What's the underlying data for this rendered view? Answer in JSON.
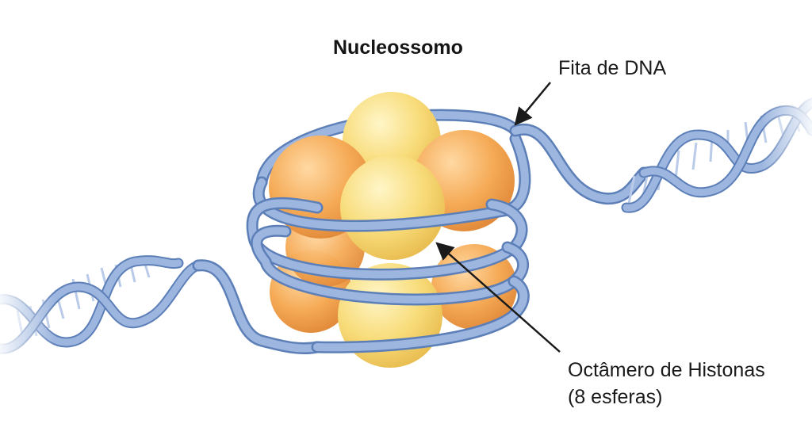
{
  "diagram": {
    "title": "Nucleossomo",
    "labels": {
      "dna": "Fita de DNA",
      "octamer_line1": "Octâmero de Histonas",
      "octamer_line2": "(8 esferas)"
    },
    "colors": {
      "dna_strand": "#8aa7d6",
      "dna_outline": "#5d7fb8",
      "histone_yellow": "#f8dc7a",
      "histone_orange": "#f5aa56",
      "arrow": "#1a1a1a"
    }
  }
}
